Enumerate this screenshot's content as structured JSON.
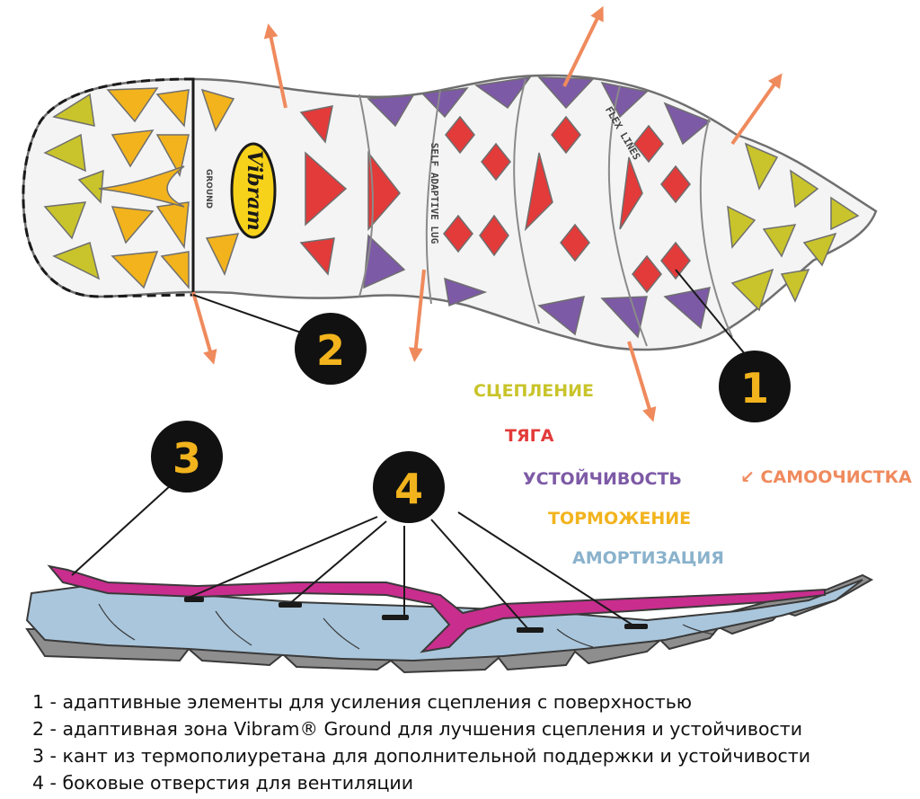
{
  "sole_labels": {
    "logo": "Vibram",
    "self_adaptive_lug": "SELF ADAPTIVE LUG",
    "flex_lines": "FLEX LINES",
    "ground": "GROUND"
  },
  "legend": [
    {
      "key": "grip",
      "label": "СЦЕПЛЕНИЕ",
      "color": "#c9c42b"
    },
    {
      "key": "traction",
      "label": "ТЯГА",
      "color": "#e33a3a"
    },
    {
      "key": "stability",
      "label": "УСТОЙЧИВОСТЬ",
      "color": "#7d5aa6"
    },
    {
      "key": "braking",
      "label": "ТОРМОЖЕНИЕ",
      "color": "#f2b31d"
    },
    {
      "key": "cushioning",
      "label": "АМОРТИЗАЦИЯ",
      "color": "#8ab2cc"
    },
    {
      "key": "self_cleaning",
      "label": "САМООЧИСТКА",
      "color": "#ef8a5d",
      "arrow": "↙"
    }
  ],
  "callouts": [
    "1",
    "2",
    "3",
    "4"
  ],
  "notes": [
    "1 - адаптивные элементы для усиления сцепления с поверхностью",
    "2 - адаптивная зона Vibram® Ground для лучшения сцепления и устойчивости",
    "3 - кант из термополиуретана для дополнительной поддержки и устойчивости",
    "4 - боковые отверстия для вентиляции"
  ],
  "colors": {
    "grip": "#c9c42b",
    "traction": "#e33a3a",
    "stability": "#7d5aa6",
    "braking": "#f2b31d",
    "cushioning": "#a9c6dc",
    "self_cleaning": "#ef8a5d",
    "tpu": "#c92d8e",
    "outsole": "#8e8e8e"
  }
}
